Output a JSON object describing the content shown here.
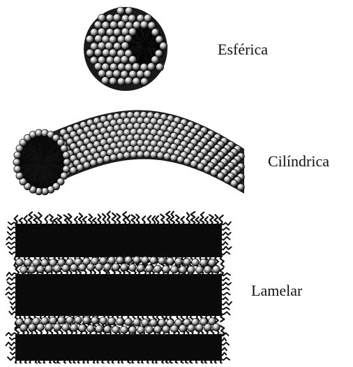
{
  "structures": [
    {
      "id": "spherical",
      "label": "Esférica"
    },
    {
      "id": "cylindrical",
      "label": "Cilíndrica"
    },
    {
      "id": "lamellar",
      "label": "Lamelar"
    }
  ],
  "colors": {
    "background": "#ffffff",
    "tail": "#111111",
    "head_light": "#e6e6e6",
    "head_dark": "#333333"
  }
}
